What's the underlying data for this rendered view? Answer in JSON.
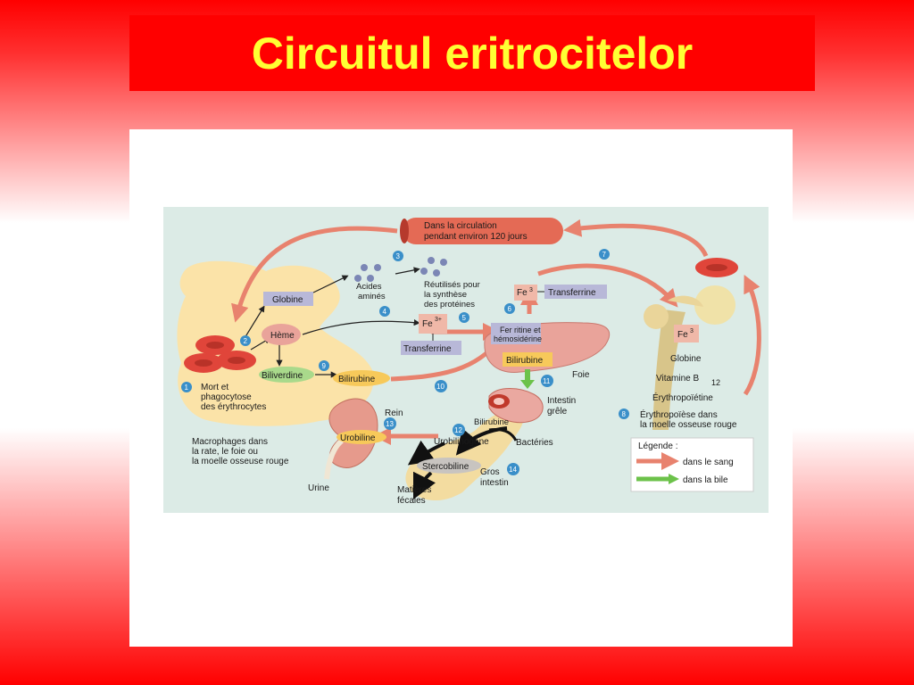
{
  "slide": {
    "title": "Circuitul eritrocitelor"
  },
  "diagram": {
    "circulation": [
      "Dans la circulation",
      "pendant environ 120 jours"
    ],
    "steps": {
      "s1": "1",
      "s2": "2",
      "s3": "3",
      "s4": "4",
      "s5": "5",
      "s6": "6",
      "s7": "7",
      "s8": "8",
      "s9": "9",
      "s10": "10",
      "s11": "11",
      "s12": "12",
      "s13": "13",
      "s14": "14"
    },
    "labels": {
      "globine": "Globine",
      "heme": "Hème",
      "biliverdine": "Biliverdine",
      "bilirubine": "Bilirubine",
      "acides": [
        "Acides",
        "aminés"
      ],
      "reutilises": [
        "Réutilisés pour",
        "la synthèse",
        "des protéines"
      ],
      "fe": "Fe",
      "fe_sup3plus": "3+",
      "fe_sup3": "3",
      "transferrine": "Transferrine",
      "ferritine": [
        "Fer ritine et",
        "hémosidérine"
      ],
      "foie": "Foie",
      "bilirubine_foie": "Bilirubine",
      "intestin": [
        "Intestin",
        "grêle"
      ],
      "bilirubine_intestin": "Bilirubine",
      "urobilinogene": "Urobilinogène",
      "bacteries": "Bactéries",
      "stercobiline": "Stercobiline",
      "gros_intestin": [
        "Gros",
        "intestin"
      ],
      "matieres": [
        "Matières",
        "fécales"
      ],
      "rein": "Rein",
      "urobiline": "Urobiline",
      "urine": "Urine",
      "mort": [
        "Mort et",
        "phagocytose",
        "des  érythrocytes"
      ],
      "macrophages": [
        "Macrophages dans",
        "la rate, le foie ou",
        "la moelle osseuse rouge"
      ],
      "globine_bone": "Globine",
      "vitamine": "Vitamine  B",
      "vitamine_sub": "12",
      "erythropoietine": "Érythropoïétine",
      "erythropoiese": [
        "Érythropoïèse dans",
        "la moelle osseuse rouge"
      ]
    },
    "legend": {
      "title": "Légende   :",
      "blood": "dans le sang",
      "bile": "dans la bile"
    },
    "colors": {
      "blood_arrow": "#e8826e",
      "bile_arrow": "#6cc24a",
      "step_circle": "#3a8fc9",
      "label_box": "#b8b8d8",
      "liver": "#e9a39a",
      "macrophage": "#fbe3a8",
      "rbc": "#e0453a"
    }
  }
}
